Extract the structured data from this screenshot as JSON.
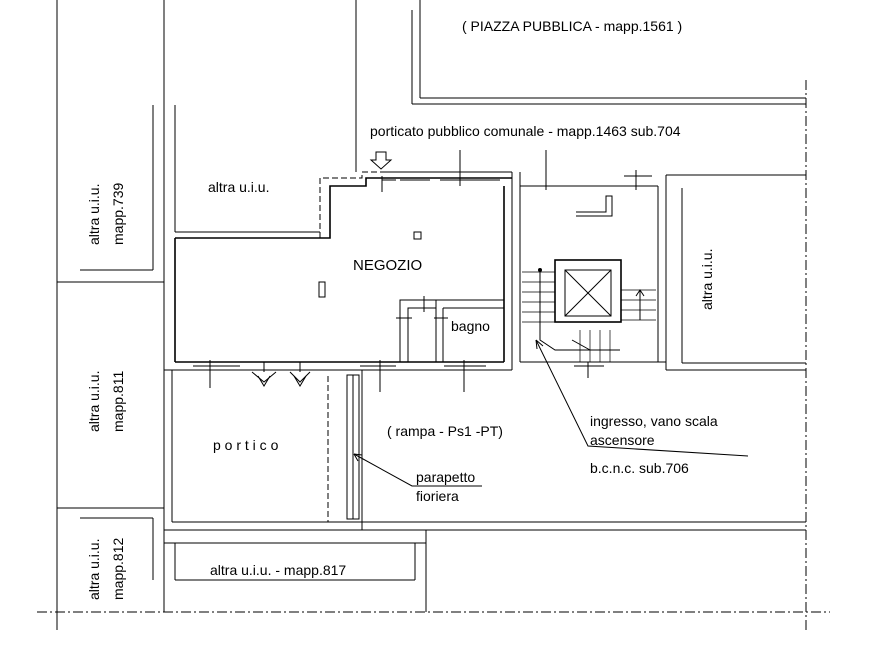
{
  "labels": {
    "piazza": "( PIAZZA PUBBLICA  - mapp.1561 )",
    "porticato": "porticato pubblico comunale - mapp.1463 sub.704",
    "altra_uiu_top": "altra u.i.u.",
    "negozio": "NEGOZIO",
    "bagno": "bagno",
    "altra_uiu_right": "altra u.i.u.",
    "portico": "p o r t i c o",
    "rampa": "( rampa - Ps1 -PT)",
    "ingresso_line1": "ingresso, vano scala",
    "ingresso_line2": "ascensore",
    "bcnc": "b.c.n.c.  sub.706",
    "parapetto_line1": "parapetto",
    "parapetto_line2": "fioriera",
    "altra_uiu_817": "altra u.i.u. - mapp.817",
    "left_739_line1": "altra u.i.u.",
    "left_739_line2": "mapp.739",
    "left_811_line1": "altra u.i.u.",
    "left_811_line2": "mapp.811",
    "left_812_line1": "altra u.i.u.",
    "left_812_line2": "mapp.812"
  }
}
